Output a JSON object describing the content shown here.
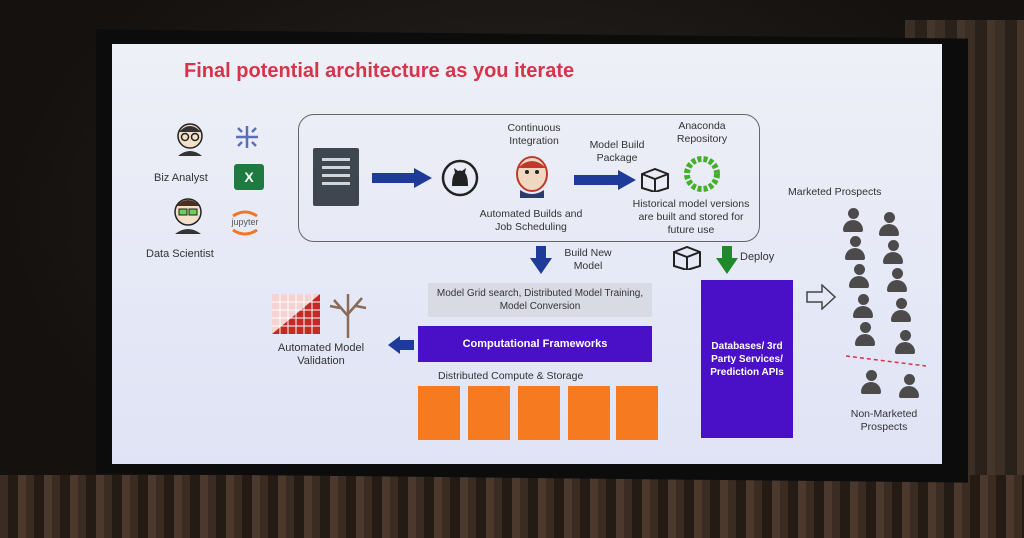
{
  "slide": {
    "title": "Final potential architecture as you iterate",
    "personas": {
      "biz_analyst": "Biz Analyst",
      "data_scientist": "Data Scientist",
      "jupyter": "jupyter"
    },
    "ci": {
      "continuous_integration": "Continuous Integration",
      "model_build_package": "Model Build Package",
      "anaconda_repository": "Anaconda Repository",
      "automated_builds": "Automated Builds and Job Scheduling",
      "historical_versions": "Historical model versions are built and stored for future use"
    },
    "build_new_model": "Build New Model",
    "deploy": "Deploy",
    "grid_search": "Model Grid search, Distributed Model Training, Model Conversion",
    "computational_frameworks": "Computational Frameworks",
    "distributed_compute": "Distributed Compute & Storage",
    "automated_validation": "Automated Model Validation",
    "databases": "Databases/ 3rd Party Services/ Prediction APIs",
    "marketed_prospects": "Marketed Prospects",
    "non_marketed_prospects": "Non-Marketed Prospects",
    "excel_letter": "X"
  },
  "colors": {
    "title": "#d8334a",
    "arrow_blue": "#1f3b9a",
    "arrow_green": "#1f8a2a",
    "purple": "#4a10c8",
    "orange": "#f57a20"
  },
  "icons": [
    "person-glasses-icon",
    "tableau-icon",
    "excel-icon",
    "jupyter-icon",
    "document-icon",
    "github-icon",
    "jenkins-icon",
    "package-icon",
    "anaconda-icon",
    "heatmap-icon",
    "tree-icon",
    "person-icon",
    "outline-arrow-icon"
  ]
}
